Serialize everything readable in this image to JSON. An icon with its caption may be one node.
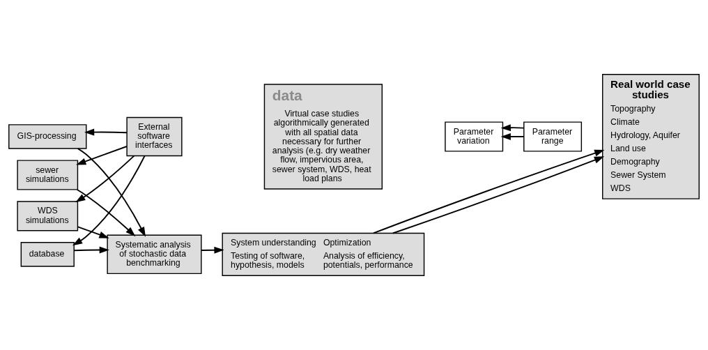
{
  "diagram": {
    "nodes": [
      {
        "text": [
          "GIS-processing"
        ]
      },
      {
        "text": [
          "sewer simulations"
        ]
      },
      {
        "text": [
          "WDS simulations"
        ]
      },
      {
        "text": [
          "database"
        ]
      },
      {
        "text": [
          "External software interfaces"
        ]
      },
      {
        "text": [
          "data",
          "Virtual case studies algorithmically generated with all spatial data necessary for further analysis (e.g. dry weather flow, impervious area, sewer system, WDS, heat load plans"
        ]
      },
      {
        "text": [
          "Parameter variation"
        ]
      },
      {
        "text": [
          "Parameter range"
        ]
      },
      {
        "text": [
          "Real world case studies",
          "Topography",
          "Climate",
          "Hydrology, Aquifer",
          "Land use",
          "Demography",
          "Sewer System",
          "WDS"
        ]
      },
      {
        "text": [
          "Systematic analysis of stochastic data benchmarking"
        ]
      },
      {
        "text": [
          "System understanding",
          "Optimization",
          "Testing of software, hypothesis, models",
          "Analysis of efficiency, potentials, performance"
        ]
      }
    ],
    "edges": [
      {
        "from": 4,
        "to": 0,
        "arrow": "to"
      },
      {
        "from": 4,
        "to": 1,
        "arrow": "to"
      },
      {
        "from": 4,
        "to": 2,
        "arrow": "to"
      },
      {
        "from": 4,
        "to": 3,
        "arrow": "to"
      },
      {
        "from": 7,
        "to": 6,
        "arrow": "to"
      },
      {
        "from": 7,
        "to": 6,
        "arrow": "to"
      },
      {
        "from": 0,
        "to": 9,
        "arrow": "to"
      },
      {
        "from": 1,
        "to": 9,
        "arrow": "to"
      },
      {
        "from": 2,
        "to": 9,
        "arrow": "to"
      },
      {
        "from": 3,
        "to": 9,
        "arrow": "to"
      },
      {
        "from": 9,
        "to": 10,
        "arrow": "to"
      },
      {
        "from": 10,
        "to": 8,
        "arrow": "to"
      },
      {
        "from": 10,
        "to": 8,
        "arrow": "to"
      }
    ]
  }
}
